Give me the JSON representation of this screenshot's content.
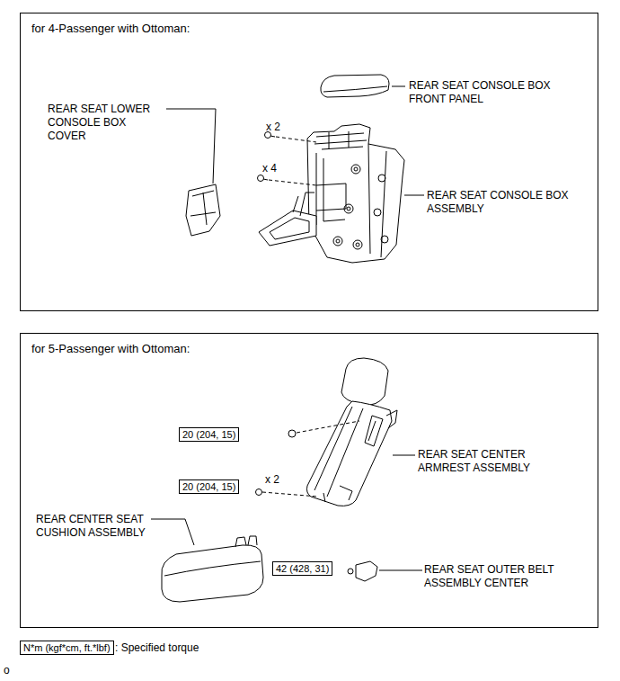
{
  "diagram": {
    "nodes": [
      {
        "text": [
          "for 4-Passenger with Ottoman:"
        ]
      },
      {
        "text": [
          "for 5-Passenger with Ottoman:"
        ]
      },
      {
        "text": [
          "20 (204, 15)"
        ],
        "in": 1
      },
      {
        "text": [
          "20 (204, 15)"
        ],
        "in": 1
      },
      {
        "text": [
          "42 (428, 31)"
        ],
        "in": 1
      },
      {
        "text": [
          "N*m (kgf*cm, ft.*lbf)"
        ]
      }
    ],
    "labels": [
      "REAR SEAT CONSOLE BOX FRONT PANEL",
      "REAR SEAT LOWER CONSOLE BOX COVER",
      "x 2",
      "x 4",
      "REAR SEAT CONSOLE BOX ASSEMBLY",
      "REAR SEAT CENTER ARMREST ASSEMBLY",
      "x 2",
      "REAR CENTER SEAT CUSHION ASSEMBLY",
      "REAR SEAT OUTER BELT ASSEMBLY CENTER",
      ": Specified torque",
      "o"
    ]
  }
}
